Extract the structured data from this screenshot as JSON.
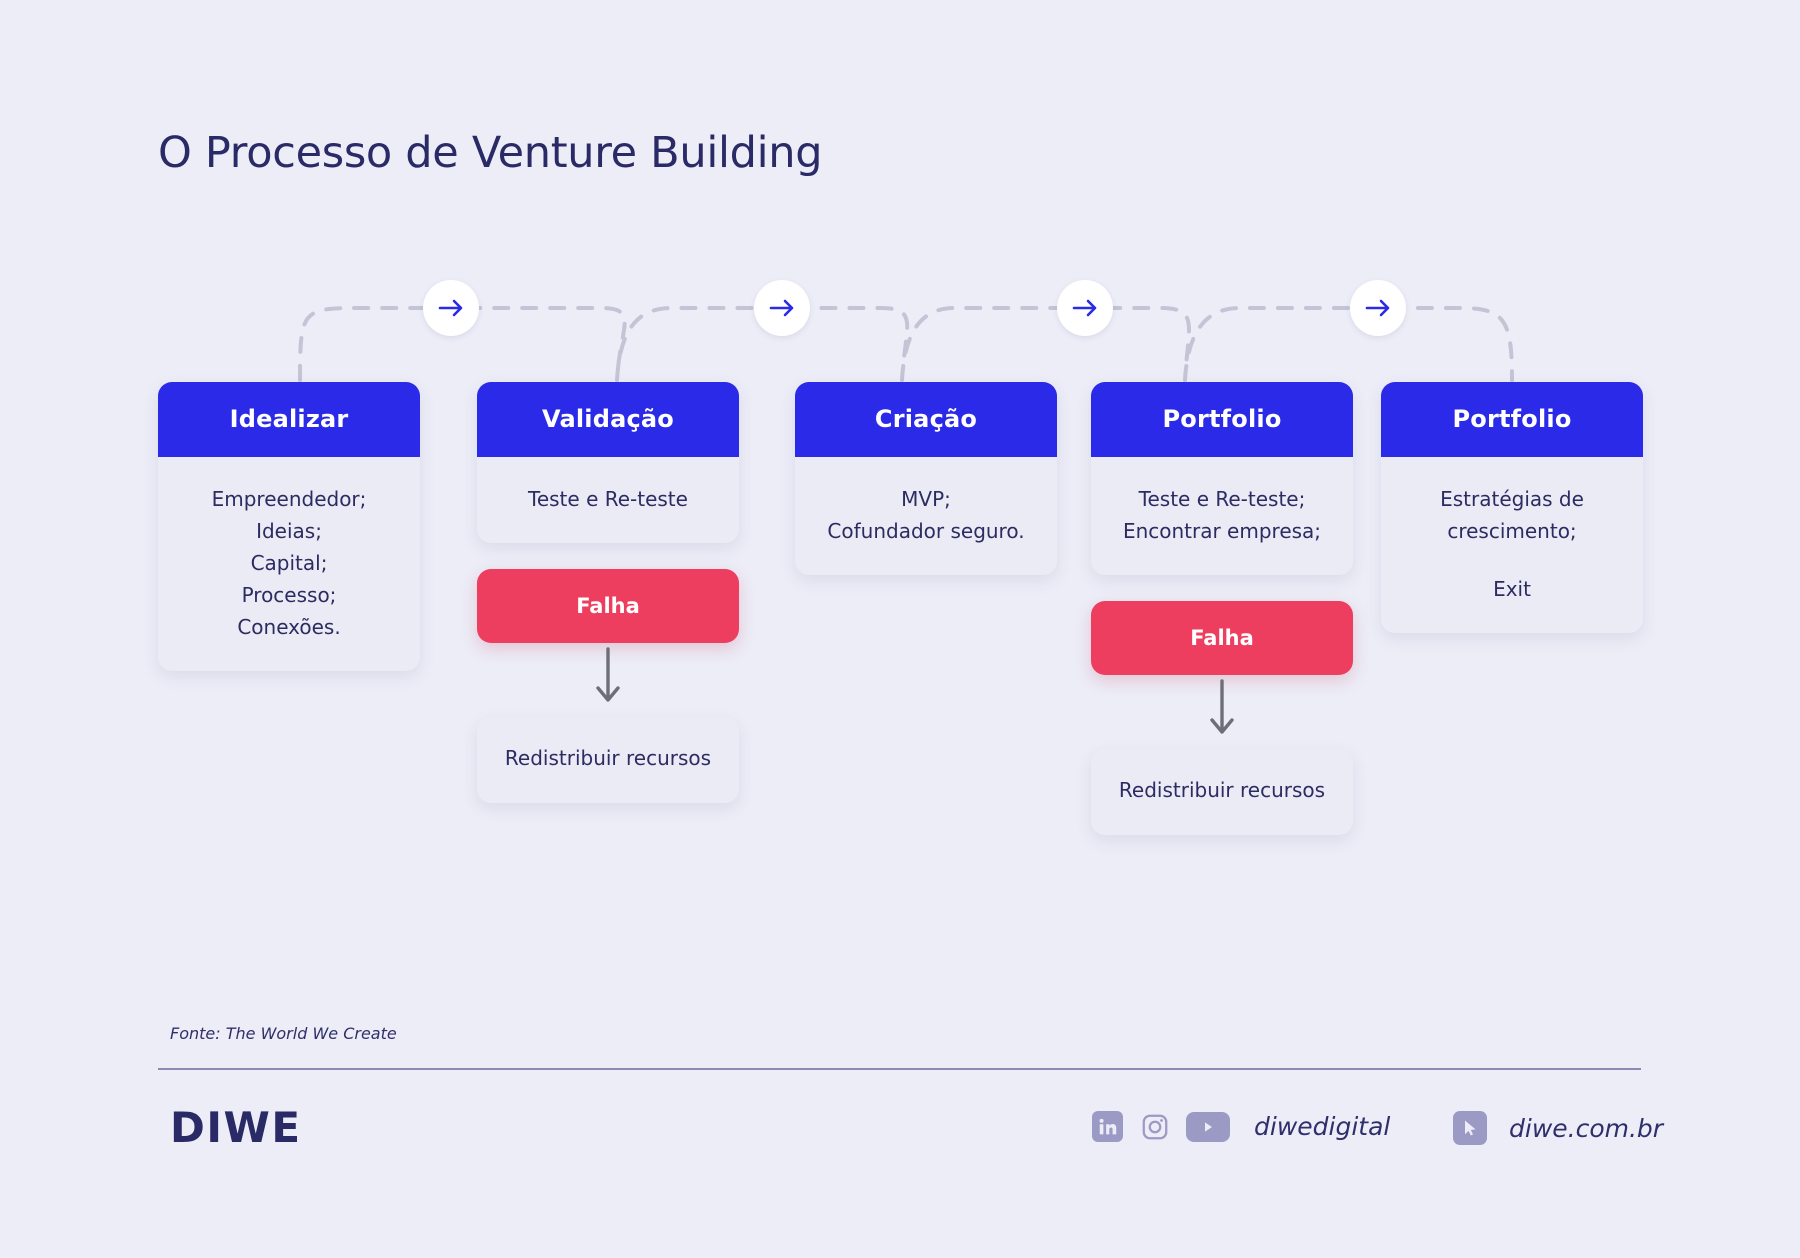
{
  "title": "O Processo de Venture Building",
  "colors": {
    "background": "#ecedf7",
    "header_blue": "#2a2ae8",
    "fail_red": "#ee3e5f",
    "text_navy": "#2c2c63",
    "card_surface": "#eaebf4",
    "connector_gray": "#c3c4d6",
    "social_gray": "#9a9ac4"
  },
  "columns": [
    {
      "id": "idealizar",
      "card": {
        "header": "Idealizar",
        "lines": [
          "Empreendedor;",
          "Ideias;",
          "Capital;",
          "Processo;",
          "Conexões."
        ]
      },
      "fail": null
    },
    {
      "id": "validacao",
      "card": {
        "header": "Validação",
        "lines": [
          "Teste e Re-teste"
        ]
      },
      "fail": {
        "label": "Falha",
        "result_lines": [
          "Redistribuir",
          "recursos"
        ]
      }
    },
    {
      "id": "criacao",
      "card": {
        "header": "Criação",
        "lines": [
          "MVP;",
          "Cofundador seguro."
        ]
      },
      "fail": null
    },
    {
      "id": "portfolio-teste",
      "card": {
        "header": "Portfolio",
        "lines": [
          "Teste e Re-teste;",
          "Encontrar empresa;"
        ]
      },
      "fail": {
        "label": "Falha",
        "result_lines": [
          "Redistribuir",
          "recursos"
        ]
      }
    },
    {
      "id": "portfolio-exit",
      "card": {
        "header": "Portfolio",
        "lines": [
          "Estratégias de",
          "crescimento;",
          "",
          "Exit"
        ]
      },
      "fail": null
    }
  ],
  "connectors": {
    "arrow_count": 4,
    "icon": "arrow-right-icon"
  },
  "footer": {
    "source": "Fonte: The World We Create",
    "logo": "DIWE",
    "social_handle": "diwedigital",
    "website": "diwe.com.br",
    "icons": [
      "linkedin-icon",
      "instagram-icon",
      "youtube-icon",
      "cursor-icon"
    ]
  }
}
